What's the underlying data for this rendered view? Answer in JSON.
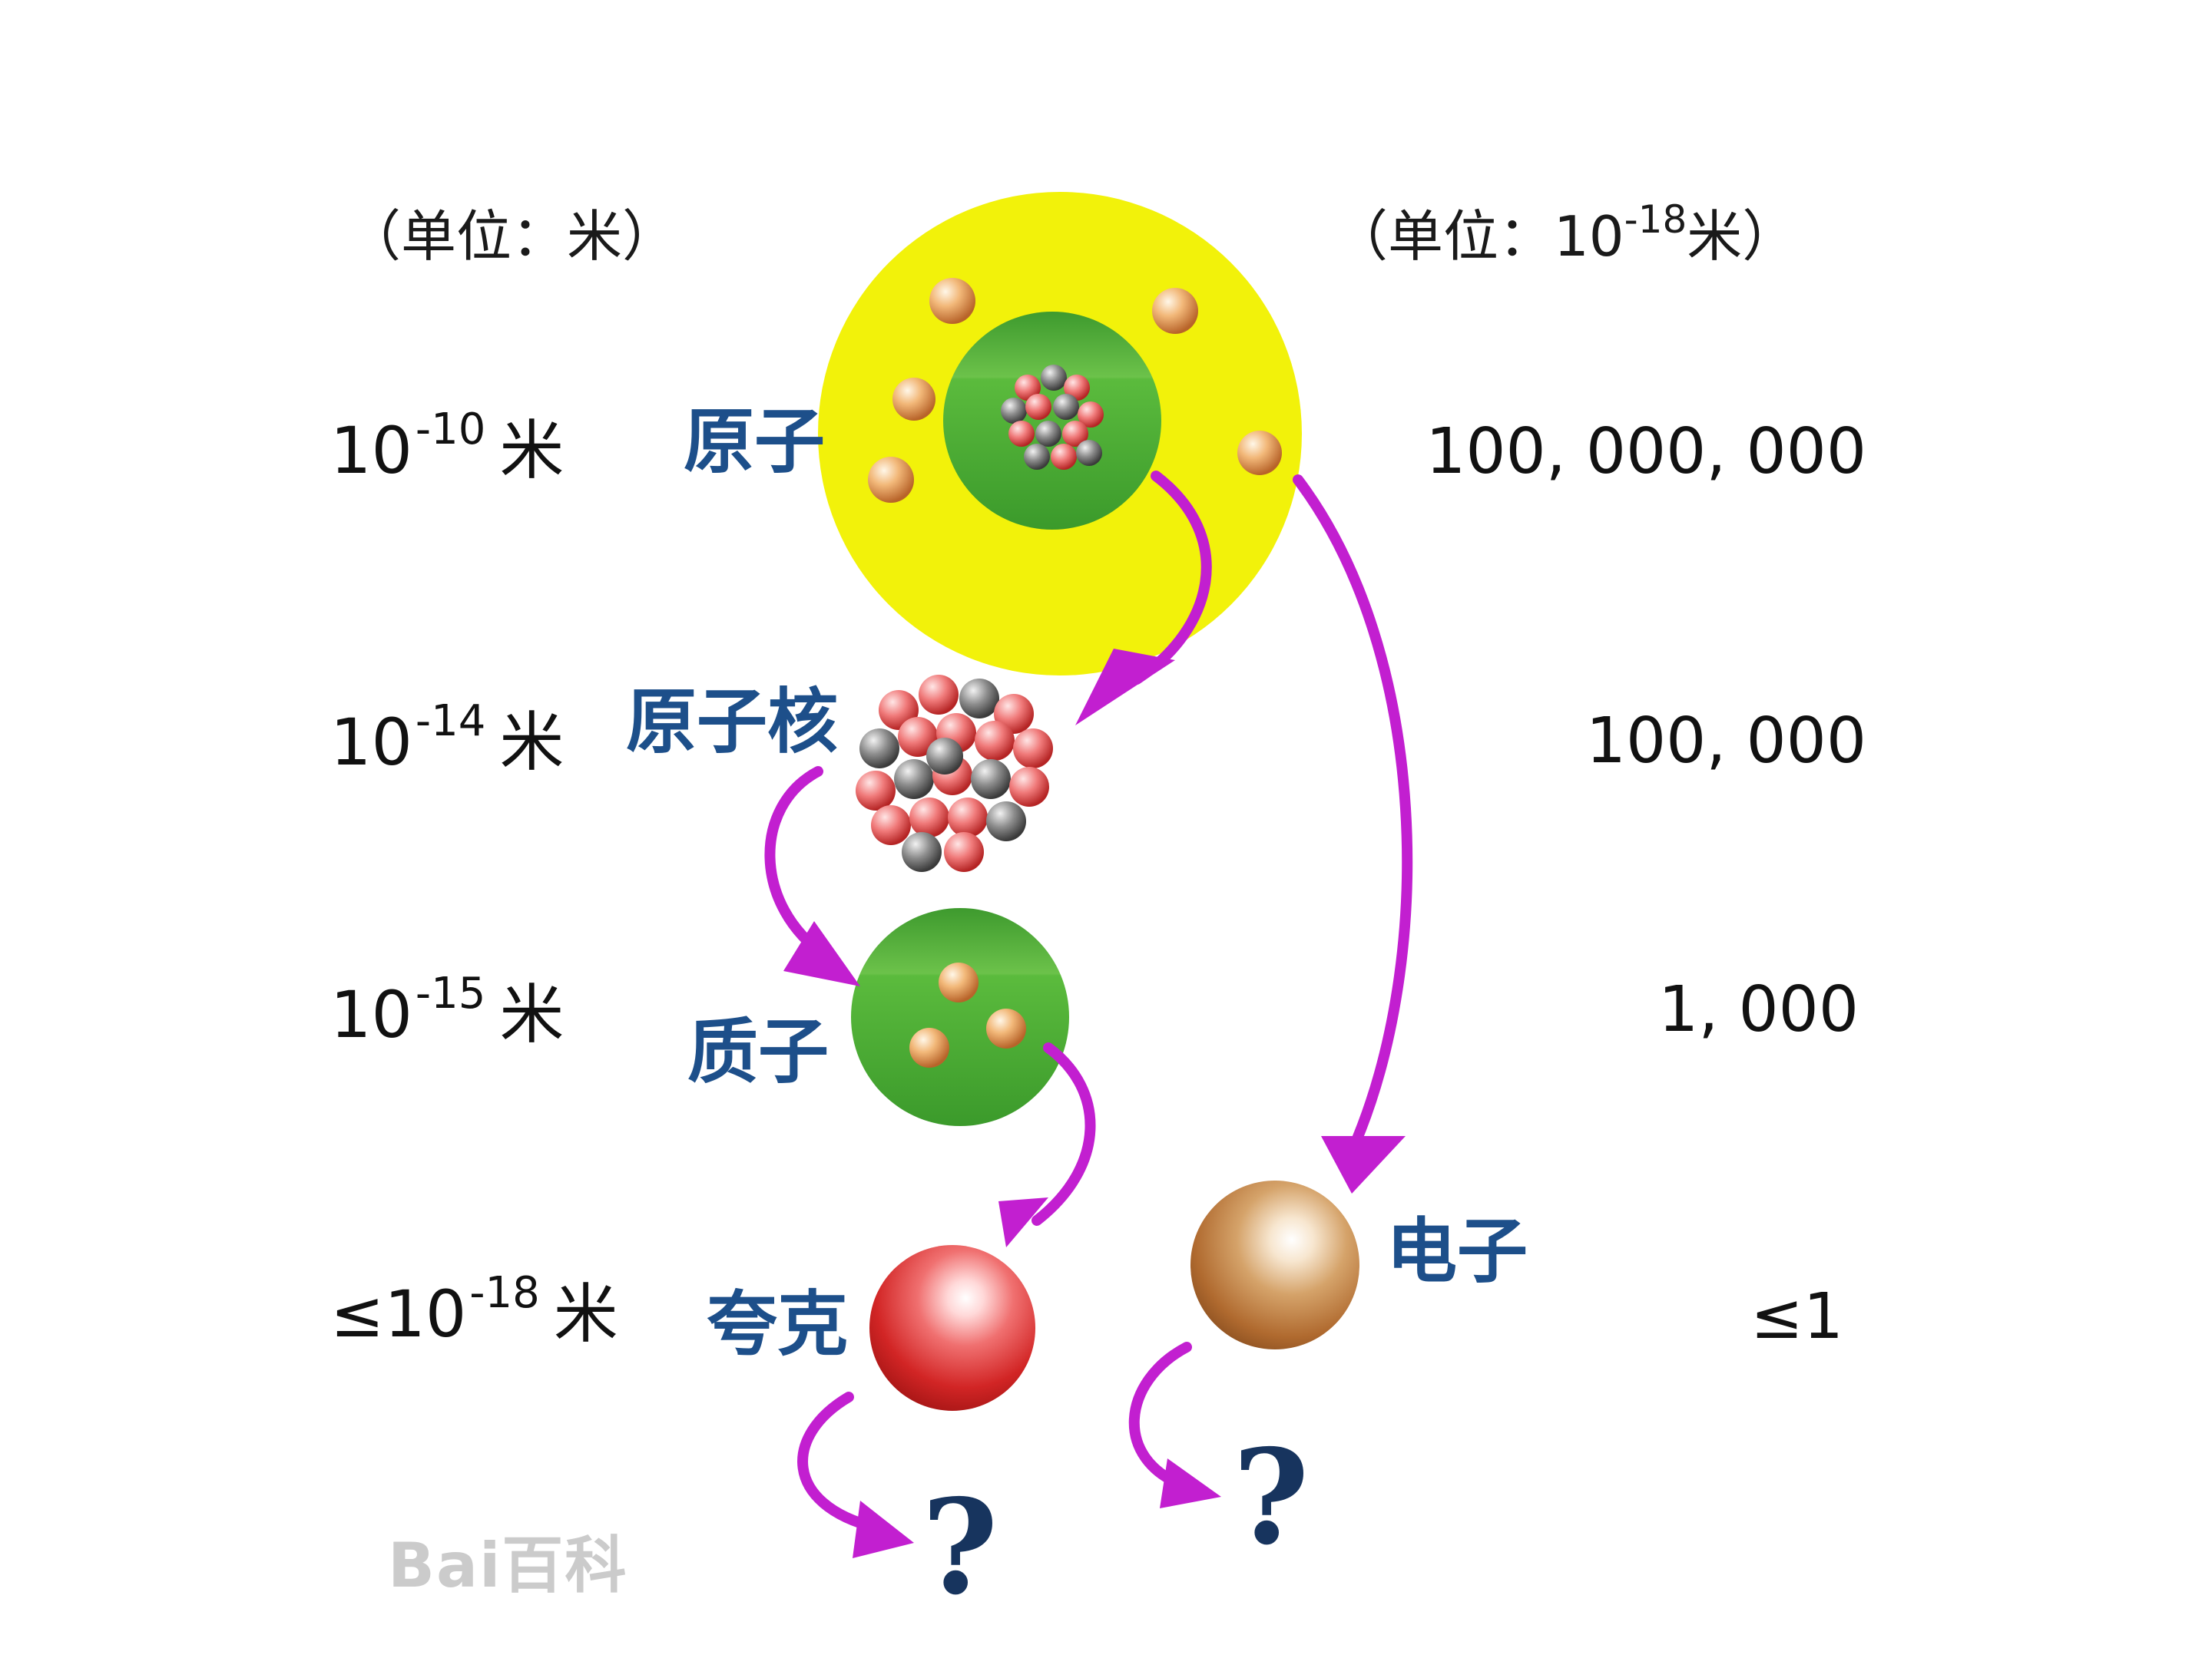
{
  "headers": {
    "left_unit": {
      "pre": "（单位：米）"
    },
    "right_unit": {
      "pre": "（单位：10",
      "exp": "-18",
      "post": "米）"
    }
  },
  "rows": [
    {
      "id": "atom",
      "left": {
        "prefix": "",
        "base": "10",
        "exp": "-10",
        "unit": "米"
      },
      "name": "原子",
      "right": "100, 000, 000"
    },
    {
      "id": "nucleus",
      "left": {
        "prefix": "",
        "base": "10",
        "exp": "-14",
        "unit": "米"
      },
      "name": "原子核",
      "right": "100, 000"
    },
    {
      "id": "proton",
      "left": {
        "prefix": "",
        "base": "10",
        "exp": "-15",
        "unit": "米"
      },
      "name": "质子",
      "right": "1, 000"
    },
    {
      "id": "quark",
      "left": {
        "prefix": "≤",
        "base": "10",
        "exp": "-18",
        "unit": "米"
      },
      "name": "夸克",
      "right": "≤1"
    }
  ],
  "electron": {
    "name": "电子"
  },
  "unknown_marks": [
    "?",
    "?"
  ],
  "watermark": "Bai百科",
  "colors": {
    "atom_cloud": "#f2f20a",
    "nucleus_disc": "#4fb63a",
    "arrow": "#c21fd0",
    "label_blue": "#1d4f8a",
    "quark_red": "#d62a2a",
    "electron_brown": "#b37238"
  },
  "icons": [
    "atom-icon",
    "nucleus-icon",
    "proton-icon",
    "quark-icon",
    "electron-icon",
    "question-icon"
  ]
}
